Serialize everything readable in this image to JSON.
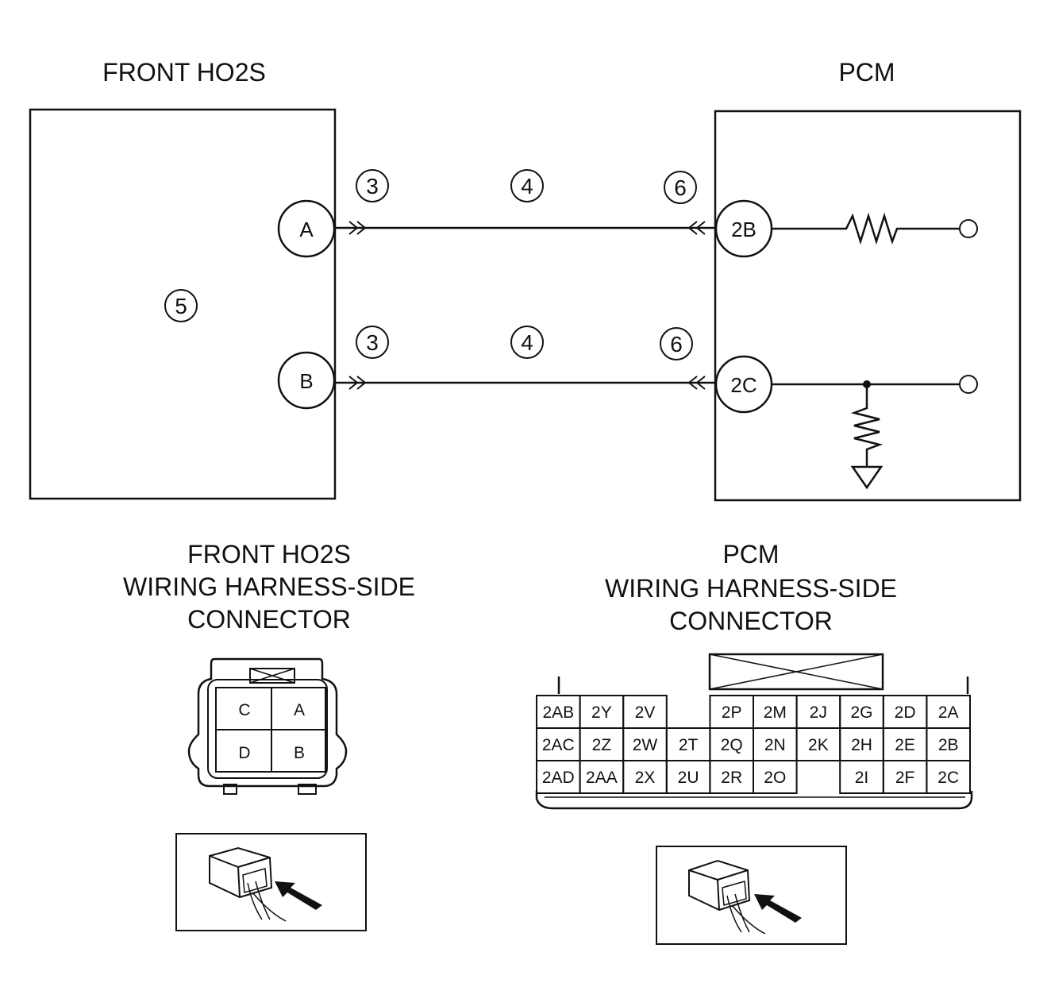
{
  "diagram": {
    "left_component": "FRONT HO2S",
    "right_component": "PCM",
    "sensor_pins": [
      "A",
      "B"
    ],
    "pcm_pins": [
      "2B",
      "2C"
    ],
    "callouts": {
      "sensor_connector": "3",
      "harness": "4",
      "sensor_body": "5",
      "pcm_connector": "6"
    },
    "left_connector_title": [
      "FRONT HO2S",
      "WIRING HARNESS-SIDE",
      "CONNECTOR"
    ],
    "right_connector_title": [
      "PCM",
      "WIRING HARNESS-SIDE",
      "CONNECTOR"
    ],
    "ho2s_connector_cells": [
      "C",
      "A",
      "D",
      "B"
    ],
    "pcm_connector_rows": [
      [
        "2AB",
        "2Y",
        "2V",
        "",
        "2P",
        "2M",
        "2J",
        "2G",
        "2D",
        "2A"
      ],
      [
        "2AC",
        "2Z",
        "2W",
        "2T",
        "2Q",
        "2N",
        "2K",
        "2H",
        "2E",
        "2B"
      ],
      [
        "2AD",
        "2AA",
        "2X",
        "2U",
        "2R",
        "2O",
        "",
        "2I",
        "2F",
        "2C"
      ]
    ]
  }
}
